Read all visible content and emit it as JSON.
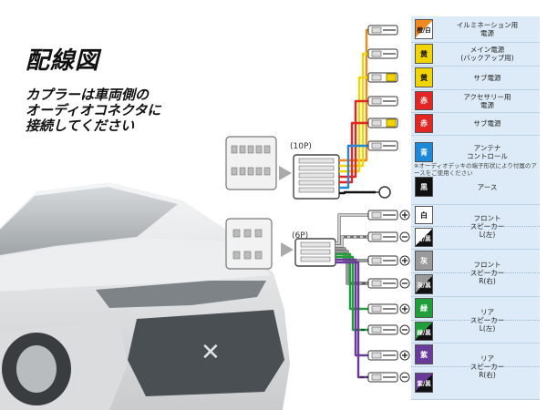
{
  "title": "配線図",
  "subtitle": [
    "カプラーは車両側の",
    "オーディオコネクタに",
    "接続してください"
  ],
  "connectors": [
    {
      "label": "(10P)",
      "pins": 10
    },
    {
      "label": "(6P)",
      "pins": 6
    }
  ],
  "note": "※オーディオデッキの端子形状により付属のアースをご使用ください",
  "colors": {
    "orange": "#f08a1f",
    "yellow": "#f2d400",
    "red": "#e52521",
    "blue": "#1e88d9",
    "black": "#111111",
    "white": "#ffffff",
    "gray": "#9a9a9a",
    "green": "#1f9e3a",
    "purple": "#6a3a98",
    "table_bg": "#dcebf7"
  },
  "wires": [
    {
      "color_text": "橙/白",
      "function": "イルミネーション用 電源",
      "wire": "#f08a1f",
      "stripe": "#ffffff",
      "end": "bullet"
    },
    {
      "color_text": "黄",
      "function": "メイン電源 (バックアップ用)",
      "wire": "#f2d400",
      "end": "bullet"
    },
    {
      "color_text": "黄",
      "function": "サブ電源",
      "wire": "#f2d400",
      "end": "fuse"
    },
    {
      "color_text": "赤",
      "function": "アクセサリー用 電源",
      "wire": "#e52521",
      "end": "bullet"
    },
    {
      "color_text": "赤",
      "function": "サブ電源",
      "wire": "#e52521",
      "end": "fuse"
    },
    {
      "color_text": "青",
      "function": "アンテナ コントロール",
      "wire": "#1e88d9",
      "end": "bullet"
    },
    {
      "color_text": "黒",
      "function": "アース",
      "wire": "#111111",
      "end": "ring"
    },
    {
      "color_text": "白",
      "function": "フロント スピーカー L(左)",
      "wire": "#cccccc",
      "end": "plus"
    },
    {
      "color_text": "白/黒",
      "function": "",
      "wire": "#cccccc",
      "stripe": "#111111",
      "end": "minus"
    },
    {
      "color_text": "灰",
      "function": "フロント スピーカー R(右)",
      "wire": "#9a9a9a",
      "end": "plus"
    },
    {
      "color_text": "灰/黒",
      "function": "",
      "wire": "#9a9a9a",
      "stripe": "#111111",
      "end": "minus"
    },
    {
      "color_text": "緑",
      "function": "リア スピーカー L(左)",
      "wire": "#1f9e3a",
      "end": "plus"
    },
    {
      "color_text": "緑/黒",
      "function": "",
      "wire": "#1f9e3a",
      "stripe": "#111111",
      "end": "minus"
    },
    {
      "color_text": "紫",
      "function": "リア スピーカー R(右)",
      "wire": "#6a3a98",
      "end": "plus"
    },
    {
      "color_text": "紫/黒",
      "function": "",
      "wire": "#6a3a98",
      "stripe": "#111111",
      "end": "minus"
    }
  ]
}
